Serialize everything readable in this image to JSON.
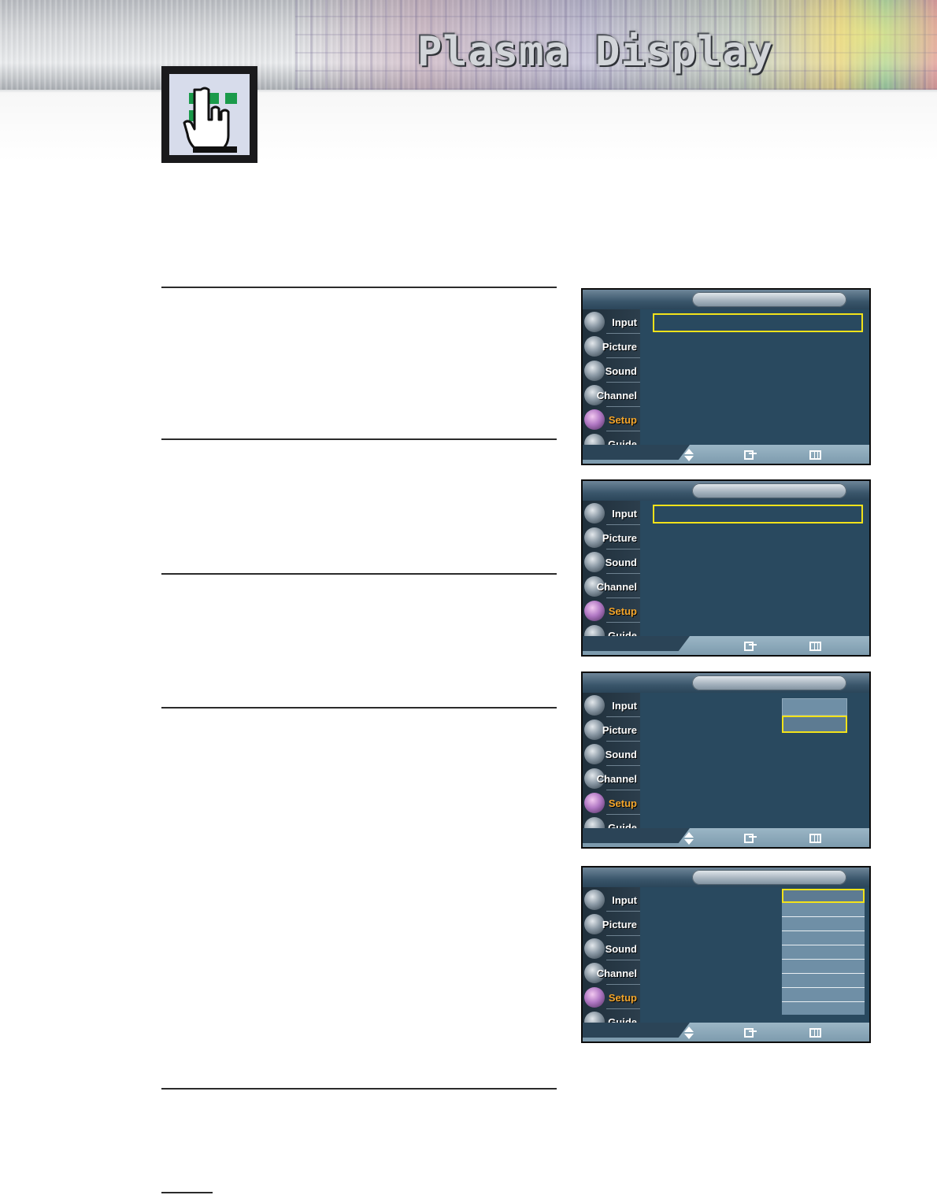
{
  "header": {
    "title": "Plasma Display"
  },
  "osd_menu": {
    "items": [
      {
        "label": "Input",
        "icon": "input-icon"
      },
      {
        "label": "Picture",
        "icon": "picture-icon"
      },
      {
        "label": "Sound",
        "icon": "sound-icon"
      },
      {
        "label": "Channel",
        "icon": "channel-icon"
      },
      {
        "label": "Setup",
        "icon": "setup-icon"
      },
      {
        "label": "Guide",
        "icon": "guide-icon"
      }
    ],
    "active_item": "Setup"
  },
  "controls": {
    "move": "updown-arrows-icon",
    "enter": "enter-icon",
    "menu": "menu-icon"
  },
  "colors": {
    "highlight": "#f2e21a",
    "active_label": "#f4a52a",
    "osd_background": "#29495f",
    "icon_green": "#1a9a4a"
  }
}
